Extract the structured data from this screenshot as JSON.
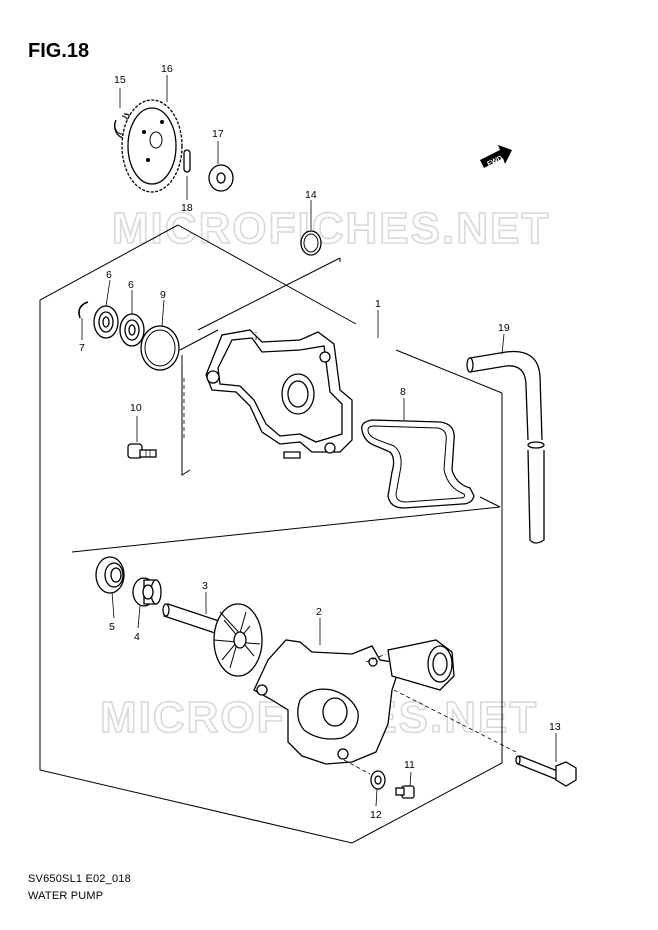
{
  "figure": {
    "title": "FIG.18",
    "code": "SV650SL1 E02_018",
    "name": "WATER PUMP"
  },
  "watermark": "MICROFICHES.NET",
  "fwd_badge": "FWD",
  "callouts": {
    "c1": "1",
    "c2": "2",
    "c3": "3",
    "c4": "4",
    "c5": "5",
    "c6a": "6",
    "c6b": "6",
    "c7": "7",
    "c8": "8",
    "c9": "9",
    "c10": "10",
    "c11": "11",
    "c12": "12",
    "c13": "13",
    "c14": "14",
    "c15": "15",
    "c16": "16",
    "c17": "17",
    "c18": "18",
    "c19": "19"
  }
}
